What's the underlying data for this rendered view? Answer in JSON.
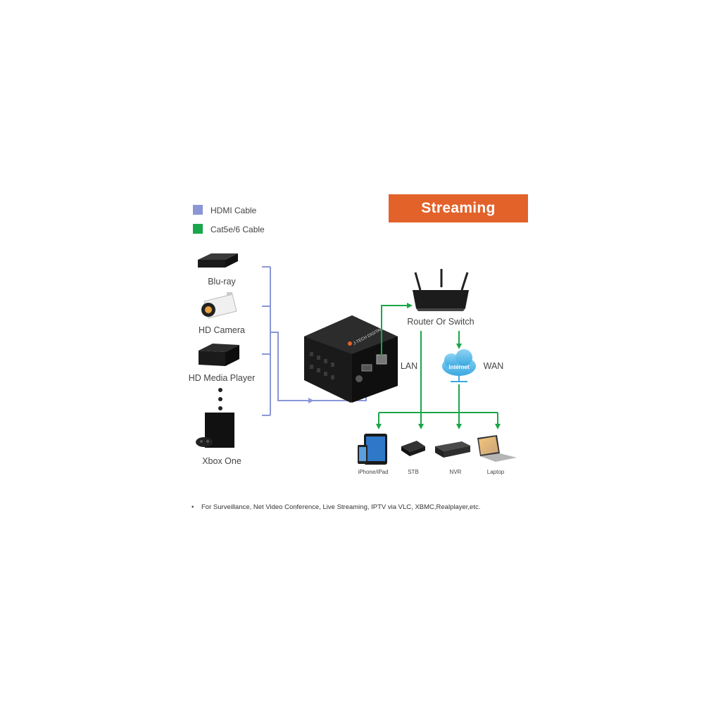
{
  "legend": {
    "items": [
      {
        "label": "HDMI Cable",
        "color": "#8a96d6"
      },
      {
        "label": "Cat5e/6 Cable",
        "color": "#1aa64a"
      }
    ]
  },
  "banner": {
    "title": "Streaming",
    "color": "#e2622a"
  },
  "sources": {
    "items": [
      {
        "label": "Blu-ray",
        "icon": "bluray-player-icon"
      },
      {
        "label": "HD Camera",
        "icon": "security-camera-icon"
      },
      {
        "label": "HD Media Player",
        "icon": "media-player-icon"
      },
      {
        "label": "Xbox One",
        "icon": "xbox-console-icon"
      }
    ]
  },
  "network": {
    "router_label": "Router Or Switch",
    "lan_label": "LAN",
    "wan_label": "WAN",
    "cloud_label": "Internet"
  },
  "device_logo": "J-TECH DIGITAL",
  "clients": {
    "items": [
      {
        "label": "iPhone/iPad",
        "icon": "phone-tablet-icon"
      },
      {
        "label": "STB",
        "icon": "set-top-box-icon"
      },
      {
        "label": "NVR",
        "icon": "nvr-recorder-icon"
      },
      {
        "label": "Laptop",
        "icon": "laptop-icon"
      }
    ]
  },
  "note": "For Surveillance, Net Video Conference, Live Streaming, IPTV via VLC, XBMC,Realplayer,etc.",
  "colors": {
    "hdmi": "#8a96d6",
    "cat": "#1aa64a",
    "accent": "#e2622a"
  }
}
